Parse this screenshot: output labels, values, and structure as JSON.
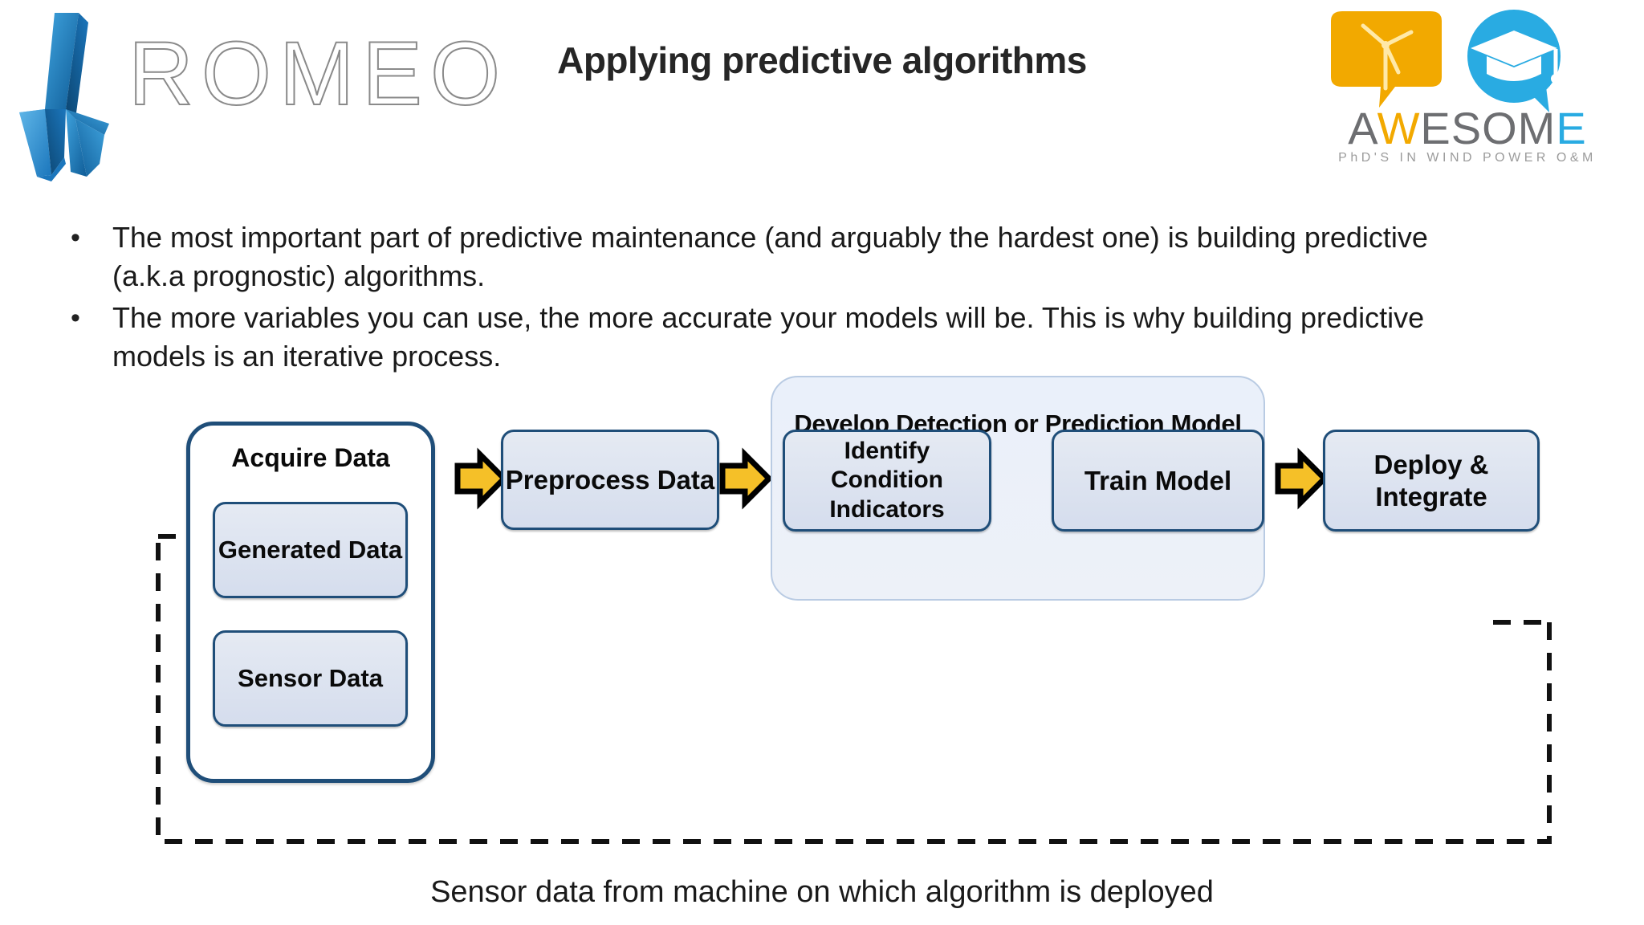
{
  "slide": {
    "title": "Applying predictive algorithms",
    "background_color": "#ffffff",
    "title_color": "#262626"
  },
  "logos": {
    "left": {
      "name": "ROMEO",
      "wordmark": "ROMEO",
      "wordmark_color": "#8a8a8a",
      "mark_colors": [
        "#1b76bc",
        "#0f5c97",
        "#2e9ad6",
        "#16466f"
      ]
    },
    "right": {
      "name": "AWESOME",
      "wordmark_parts": [
        {
          "text": "A",
          "color": "#6d6e71"
        },
        {
          "text": "W",
          "color": "#F2A900"
        },
        {
          "text": "ESOM",
          "color": "#6d6e71"
        },
        {
          "text": "E",
          "color": "#29ABE2"
        }
      ],
      "tagline": "PhD'S IN WIND POWER O&M",
      "tagline_color": "#9b9b9b",
      "bubble_yellow": "#F2A900",
      "bubble_blue": "#29ABE2",
      "icons": [
        "wind-turbine-icon",
        "graduation-cap-icon"
      ]
    }
  },
  "bullets": [
    {
      "marker": "•",
      "text": "The most important part of predictive maintenance (and arguably the hardest one) is building predictive (a.k.a prognostic) algorithms."
    },
    {
      "marker": "•",
      "text": "The more variables you can use, the more accurate your models will be. This is why building predictive models is an iterative process."
    }
  ],
  "diagram": {
    "groups": [
      {
        "id": "acquire",
        "label": "Acquire Data"
      },
      {
        "id": "develop",
        "label": "Develop Detection or Prediction Model"
      }
    ],
    "nodes": [
      {
        "id": "generated-data",
        "label": "Generated Data",
        "group": "acquire"
      },
      {
        "id": "sensor-data",
        "label": "Sensor Data",
        "group": "acquire"
      },
      {
        "id": "preprocess-data",
        "label": "Preprocess Data",
        "group": null
      },
      {
        "id": "identify-condition-indicators",
        "label": "Identify Condition Indicators",
        "group": "develop"
      },
      {
        "id": "train-model",
        "label": "Train Model",
        "group": "develop"
      },
      {
        "id": "deploy-integrate",
        "label": "Deploy & Integrate",
        "group": null
      }
    ],
    "arrows": [
      {
        "from": "acquire",
        "to": "preprocess-data",
        "style": "block-arrow",
        "color": "#F5C028"
      },
      {
        "from": "preprocess-data",
        "to": "identify-condition-indicators",
        "style": "block-arrow",
        "color": "#F5C028"
      },
      {
        "from": "identify-condition-indicators",
        "to": "train-model",
        "style": "block-arrow",
        "color": "#F5C028"
      },
      {
        "from": "train-model",
        "to": "deploy-integrate",
        "style": "block-arrow",
        "color": "#F5C028"
      },
      {
        "from": "train-model",
        "to": "identify-condition-indicators",
        "style": "dashed-feedback",
        "color": "#111111"
      },
      {
        "from": "deploy-integrate",
        "to": "sensor-data",
        "style": "dashed-feedback",
        "color": "#111111"
      }
    ],
    "caption": "Sensor data from machine on which algorithm is deployed",
    "colors": {
      "node_border": "#1F4E79",
      "node_fill": "#dce3ee",
      "group_acquire_border": "#1F4E79",
      "group_develop_fill": "#eef2f9",
      "arrow_fill": "#F5C028",
      "arrow_outline": "#000000"
    }
  }
}
